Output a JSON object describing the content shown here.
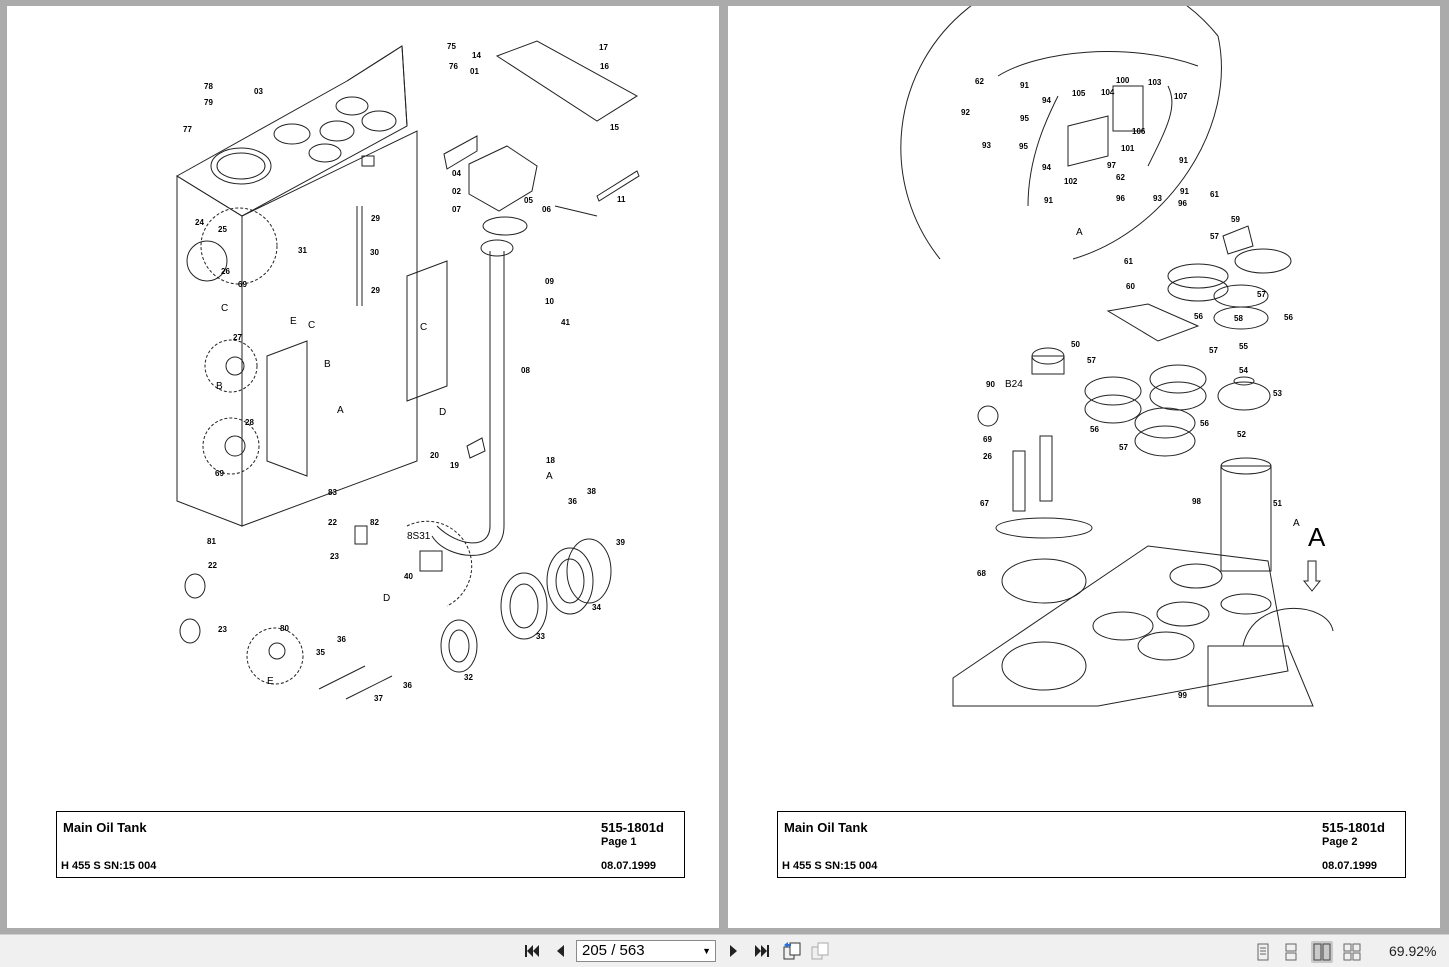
{
  "pages": [
    {
      "title": "Main Oil Tank",
      "code": "515-1801d",
      "page_label": "Page 1",
      "model": "H 455 S SN:15 004",
      "date": "08.07.1999",
      "callouts": [
        "75",
        "76",
        "14",
        "17",
        "16",
        "78",
        "03",
        "01",
        "79",
        "77",
        "15",
        "04",
        "02",
        "05",
        "06",
        "11",
        "07",
        "24",
        "25",
        "29",
        "26",
        "69",
        "31",
        "30",
        "C",
        "29",
        "09",
        "10",
        "E",
        "C",
        "C",
        "41",
        "27",
        "B",
        "B",
        "08",
        "A",
        "D",
        "28",
        "20",
        "19",
        "18",
        "A",
        "69",
        "83",
        "38",
        "36",
        "82",
        "22",
        "8S31",
        "81",
        "23",
        "40",
        "39",
        "22",
        "D",
        "34",
        "23",
        "80",
        "33",
        "36",
        "35",
        "36",
        "37",
        "E",
        "32"
      ]
    },
    {
      "title": "Main Oil Tank",
      "code": "515-1801d",
      "page_label": "Page 2",
      "model": "H 455 S SN:15 004",
      "date": "08.07.1999",
      "callouts": [
        "62",
        "91",
        "105",
        "104",
        "100",
        "103",
        "107",
        "92",
        "94",
        "95",
        "93",
        "95",
        "101",
        "106",
        "94",
        "97",
        "91",
        "102",
        "62",
        "91",
        "91",
        "96",
        "93",
        "96",
        "A",
        "61",
        "59",
        "61",
        "57",
        "60",
        "57",
        "56",
        "56",
        "58",
        "50",
        "57",
        "55",
        "57",
        "54",
        "90",
        "B24",
        "56",
        "53",
        "56",
        "57",
        "69",
        "52",
        "26",
        "67",
        "98",
        "51",
        "A",
        "68",
        "99"
      ]
    }
  ],
  "statusbar": {
    "current_page": "205",
    "separator": "/",
    "total_pages": "563",
    "zoom": "69.92%"
  }
}
